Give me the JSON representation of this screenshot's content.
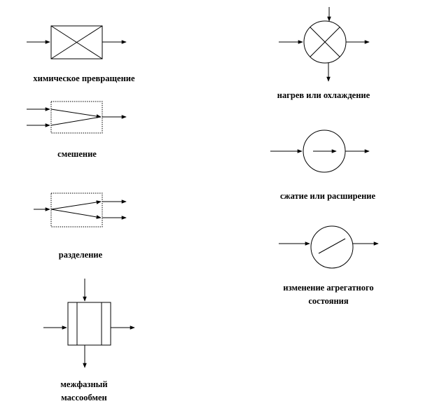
{
  "diagram": {
    "labels": {
      "chemical_transformation": "химическое превращение",
      "mixing": "смешение",
      "separation": "разделение",
      "interphase_mass_exchange_line1": "межфазный",
      "interphase_mass_exchange_line2": "массообмен",
      "heating_cooling": "нагрев или охлаждение",
      "compression_expansion": "сжатие или расширение",
      "phase_change_line1": "изменение агрегатного",
      "phase_change_line2": "состояния"
    }
  }
}
